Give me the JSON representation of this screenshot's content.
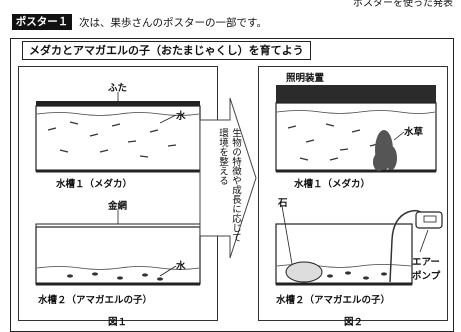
{
  "header": {
    "top_right": "ポスターを使った発表",
    "badge": "ポスター１",
    "description": "次は、果歩さんのポスターの一部です。"
  },
  "poster": {
    "title": "メダカとアマガエルの子（おたまじゃくし）を育てよう",
    "arrow_text": "生物の特徴や成長に応じて環境を整える"
  },
  "figure1": {
    "caption": "図１",
    "tank1": {
      "lid_label": "ふた",
      "water_label": "水",
      "caption": "水槽１（メダカ）"
    },
    "tank2": {
      "net_label": "金網",
      "water_label": "水",
      "caption": "水槽２（アマガエルの子）"
    }
  },
  "figure2": {
    "caption": "図２",
    "tank1": {
      "light_label": "照明装置",
      "plant_label": "水草",
      "caption": "水槽１（メダカ）"
    },
    "tank2": {
      "stone_label": "石",
      "pump_label_1": "エアー",
      "pump_label_2": "ポンプ",
      "caption": "水槽２（アマガエルの子）"
    }
  }
}
